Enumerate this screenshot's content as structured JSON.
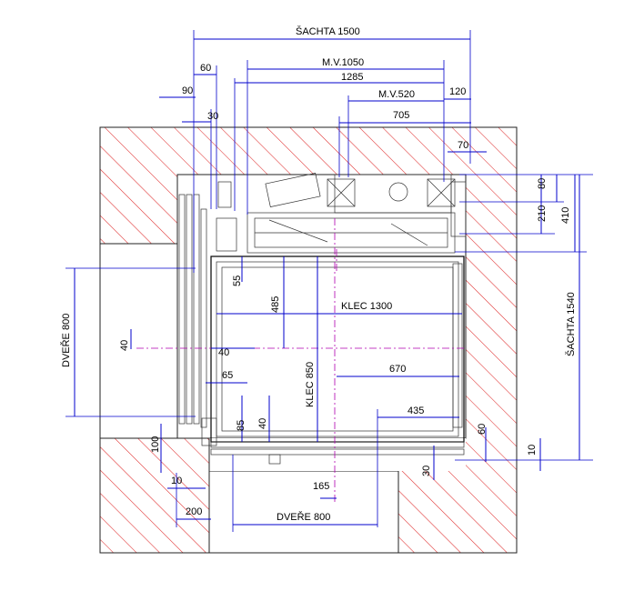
{
  "drawing": {
    "colors": {
      "dimension": "#0000cc",
      "hatch": "#e03030",
      "axis": "#b000b0",
      "outline": "#000000"
    },
    "labels": {
      "sachta_width": "ŠACHTA 1500",
      "mv_1050": "M.V.1050",
      "d_1285": "1285",
      "mv_520": "M.V.520",
      "d_705": "705",
      "d_120": "120",
      "d_60_top": "60",
      "d_90": "90",
      "d_30_top": "30",
      "d_70": "70",
      "d_80": "80",
      "d_210": "210",
      "d_410": "410",
      "sachta_depth": "ŠACHTA 1540",
      "dvere_left": "DVEŘE 800",
      "d_55": "55",
      "d_485": "485",
      "klec_1300": "KLEC 1300",
      "d_40_left": "40",
      "d_40_mid": "40",
      "d_65": "65",
      "klec_850": "KLEC 850",
      "d_670": "670",
      "d_435": "435",
      "d_85": "85",
      "d_40_low": "40",
      "d_60_right": "60",
      "d_10_right": "10",
      "d_100": "100",
      "d_30_low": "30",
      "d_10_left": "10",
      "d_165": "165",
      "d_200": "200",
      "dvere_bottom": "DVEŘE 800"
    }
  }
}
